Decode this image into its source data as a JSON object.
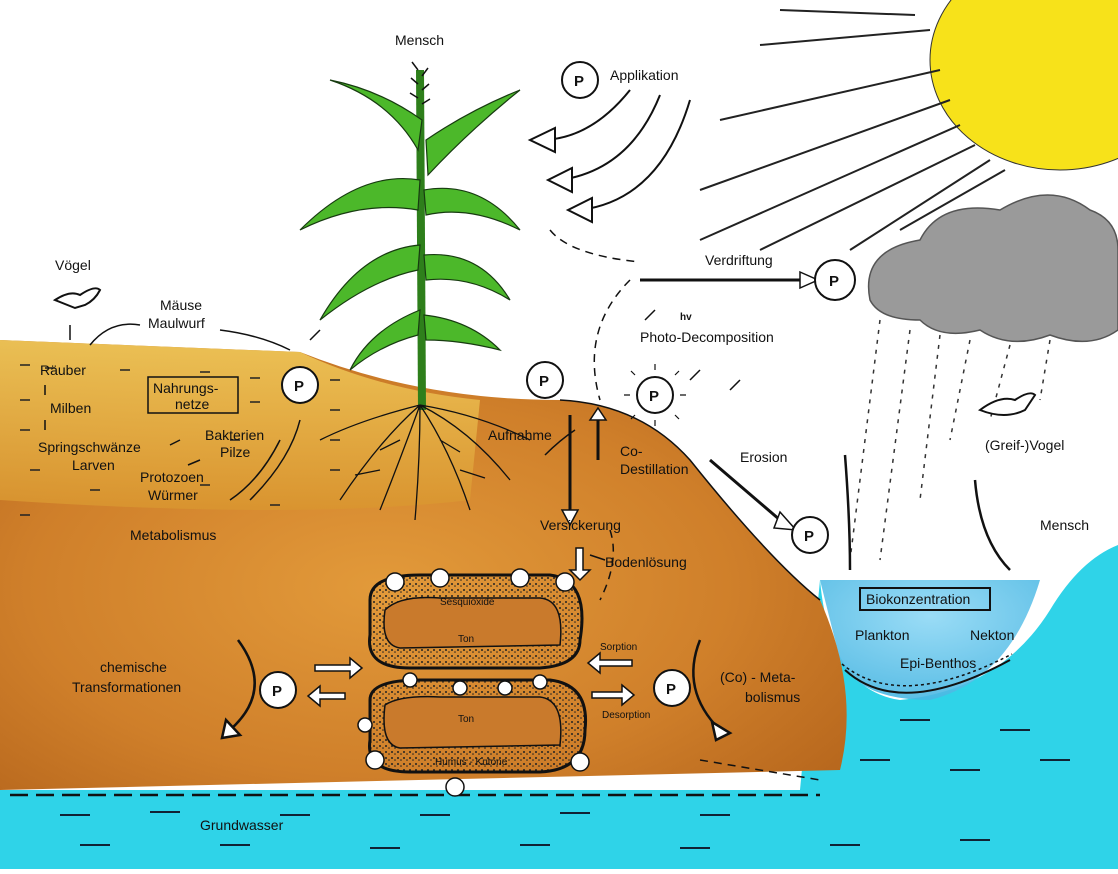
{
  "labels": {
    "mensch_top": "Mensch",
    "applikation": "Applikation",
    "verdriftung": "Verdriftung",
    "hv": "hv",
    "photo": "Photo-Decomposition",
    "voegel": "Vögel",
    "maeuse": "Mäuse",
    "maulwurf": "Maulwurf",
    "raeuber": "Räuber",
    "milben": "Milben",
    "nahrung1": "Nahrungs-",
    "nahrung2": "netze",
    "springschwaenze": "Springschwänze",
    "larven": "Larven",
    "bakterien": "Bakterien",
    "pilze": "Pilze",
    "protozoen": "Protozoen",
    "wuermer": "Würmer",
    "metabolismus": "Metabolismus",
    "aufnahme": "Aufnahme",
    "co1": "Co-",
    "co2": "Destillation",
    "versickerung": "Versickerung",
    "bodenloesung": "Bodenlösung",
    "erosion": "Erosion",
    "greif": "(Greif-)Vogel",
    "mensch_right": "Mensch",
    "biokonzentration": "Biokonzentration",
    "plankton": "Plankton",
    "nekton": "Nekton",
    "epibenthos": "Epi-Benthos",
    "sesqui": "Sesquioxide",
    "ton1": "Ton",
    "ton2": "Ton",
    "humus": "Humus - Kutone",
    "sorption": "Sorption",
    "desorption": "Desorption",
    "chem1": "chemische",
    "chem2": "Transformationen",
    "cometa1": "(Co) - Meta-",
    "cometa2": "bolismus",
    "grundwasser": "Grundwasser",
    "p": "P"
  },
  "colors": {
    "sun": "#f7e21a",
    "cloud": "#9a9a9a",
    "water": "#2fd3e8",
    "lake": "#5cc3ea",
    "soil": "#d98a2a",
    "topsoil": "#e9b94a",
    "leaf": "#4cb82a"
  }
}
